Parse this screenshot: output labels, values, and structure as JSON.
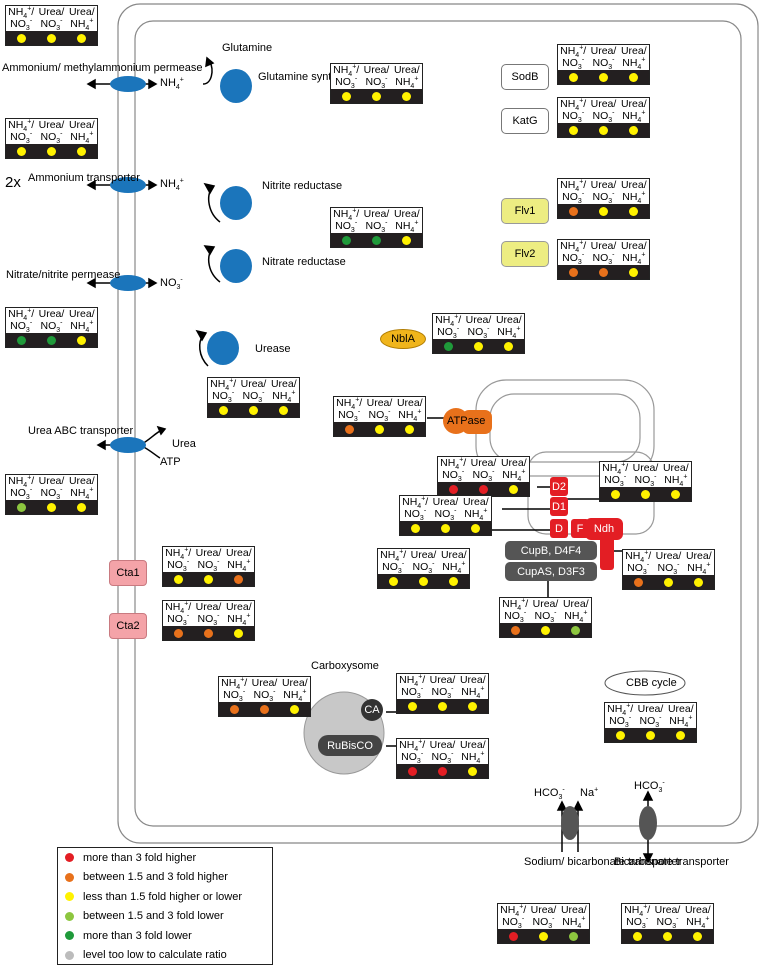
{
  "colors": {
    "red": "#e31e24",
    "orange": "#e8711b",
    "yellow": "#fff200",
    "lightgreen": "#8dc63f",
    "darkgreen": "#1f9a3a",
    "grey": "#bcbcbc",
    "blue": "#1b75bb",
    "pink": "#f4a3a8",
    "flv": "#eded82",
    "nbla": "#f0b51c",
    "ndh": "#e31e24",
    "cup": "#555555",
    "atpase": "#e8711b"
  },
  "header_labels": [
    "NH4+/ NO3-",
    "Urea/ NO3-",
    "Urea/ NH4+"
  ],
  "transporters": {
    "ammonium_permease": "Ammonium/ methylammonium permease",
    "ammonium_transporter": "Ammonium transporter",
    "two_x": "2x",
    "nitrate_permease": "Nitrate/nitrite permease",
    "urea_abc": "Urea ABC transporter",
    "urea_out": "Urea",
    "atp": "ATP",
    "nh4_1": "NH4+",
    "nh4_2": "NH4+",
    "no3": "NO3-",
    "sodium_bicarbonate": "Sodium/ bicarbonate transporter",
    "bicarbonate": "Bicarbonate transporter",
    "hco3_a": "HCO3-",
    "na": "Na+",
    "hco3_b": "HCO3-"
  },
  "enzymes": {
    "glutamine": "Glutamine",
    "glutamine_synthetase": "Glutamine synthetase",
    "nitrite_reductase": "Nitrite reductase",
    "nitrate_reductase": "Nitrate reductase",
    "urease": "Urease",
    "carboxysome": "Carboxysome",
    "ca": "CA",
    "rubisco": "RuBisCO",
    "cbb": "CBB cycle"
  },
  "proteins": {
    "sodb": "SodB",
    "katg": "KatG",
    "flv1": "Flv1",
    "flv2": "Flv2",
    "nbla": "NblA",
    "atpase": "ATPase",
    "d2": "D2",
    "d1": "D1",
    "d": "D",
    "f": "F",
    "ndh": "Ndh",
    "cupb": "CupB, D4F4",
    "cupas": "CupAS, D3F3",
    "cta1": "Cta1",
    "cta2": "Cta2"
  },
  "ratio_boxes": [
    {
      "id": "amm-permease",
      "values": [
        "yellow",
        "yellow",
        "yellow"
      ]
    },
    {
      "id": "amm-transporter",
      "values": [
        "yellow",
        "yellow",
        "yellow"
      ]
    },
    {
      "id": "nitrate-permease",
      "values": [
        "darkgreen",
        "darkgreen",
        "yellow"
      ]
    },
    {
      "id": "urea-abc",
      "values": [
        "lightgreen",
        "yellow",
        "yellow"
      ]
    },
    {
      "id": "glutamine-synthetase",
      "values": [
        "yellow",
        "yellow",
        "yellow"
      ]
    },
    {
      "id": "nitrite-reductase",
      "values": [
        "darkgreen",
        "darkgreen",
        "yellow"
      ]
    },
    {
      "id": "urease",
      "values": [
        "yellow",
        "yellow",
        "yellow"
      ]
    },
    {
      "id": "sodb",
      "values": [
        "yellow",
        "yellow",
        "yellow"
      ]
    },
    {
      "id": "katg",
      "values": [
        "yellow",
        "yellow",
        "yellow"
      ]
    },
    {
      "id": "flv1",
      "values": [
        "orange",
        "yellow",
        "yellow"
      ]
    },
    {
      "id": "flv2",
      "values": [
        "orange",
        "orange",
        "yellow"
      ]
    },
    {
      "id": "nbla",
      "values": [
        "darkgreen",
        "yellow",
        "yellow"
      ]
    },
    {
      "id": "atpase",
      "values": [
        "orange",
        "yellow",
        "yellow"
      ]
    },
    {
      "id": "d2",
      "values": [
        "red",
        "red",
        "yellow"
      ]
    },
    {
      "id": "d1",
      "values": [
        "yellow",
        "yellow",
        "yellow"
      ]
    },
    {
      "id": "d",
      "values": [
        "yellow",
        "yellow",
        "yellow"
      ]
    },
    {
      "id": "ndh",
      "values": [
        "orange",
        "yellow",
        "yellow"
      ]
    },
    {
      "id": "cupb",
      "values": [
        "yellow",
        "yellow",
        "yellow"
      ]
    },
    {
      "id": "cupas",
      "values": [
        "orange",
        "yellow",
        "lightgreen"
      ]
    },
    {
      "id": "cta1",
      "values": [
        "yellow",
        "yellow",
        "orange"
      ]
    },
    {
      "id": "cta2",
      "values": [
        "orange",
        "orange",
        "yellow"
      ]
    },
    {
      "id": "carboxysome",
      "values": [
        "orange",
        "orange",
        "yellow"
      ]
    },
    {
      "id": "ca",
      "values": [
        "yellow",
        "yellow",
        "yellow"
      ]
    },
    {
      "id": "rubisco",
      "values": [
        "red",
        "red",
        "yellow"
      ]
    },
    {
      "id": "cbb",
      "values": [
        "yellow",
        "yellow",
        "yellow"
      ]
    },
    {
      "id": "sodium-bicarbonate",
      "values": [
        "red",
        "yellow",
        "lightgreen"
      ]
    },
    {
      "id": "bicarbonate",
      "values": [
        "yellow",
        "yellow",
        "yellow"
      ]
    }
  ],
  "legend": [
    {
      "color": "red",
      "text": "more than 3 fold higher"
    },
    {
      "color": "orange",
      "text": "between 1.5 and 3 fold higher"
    },
    {
      "color": "yellow",
      "text": "less than 1.5 fold higher or lower"
    },
    {
      "color": "lightgreen",
      "text": "between 1.5 and 3 fold lower"
    },
    {
      "color": "darkgreen",
      "text": "more than 3 fold lower"
    },
    {
      "color": "grey",
      "text": "level too low to calculate ratio"
    }
  ]
}
